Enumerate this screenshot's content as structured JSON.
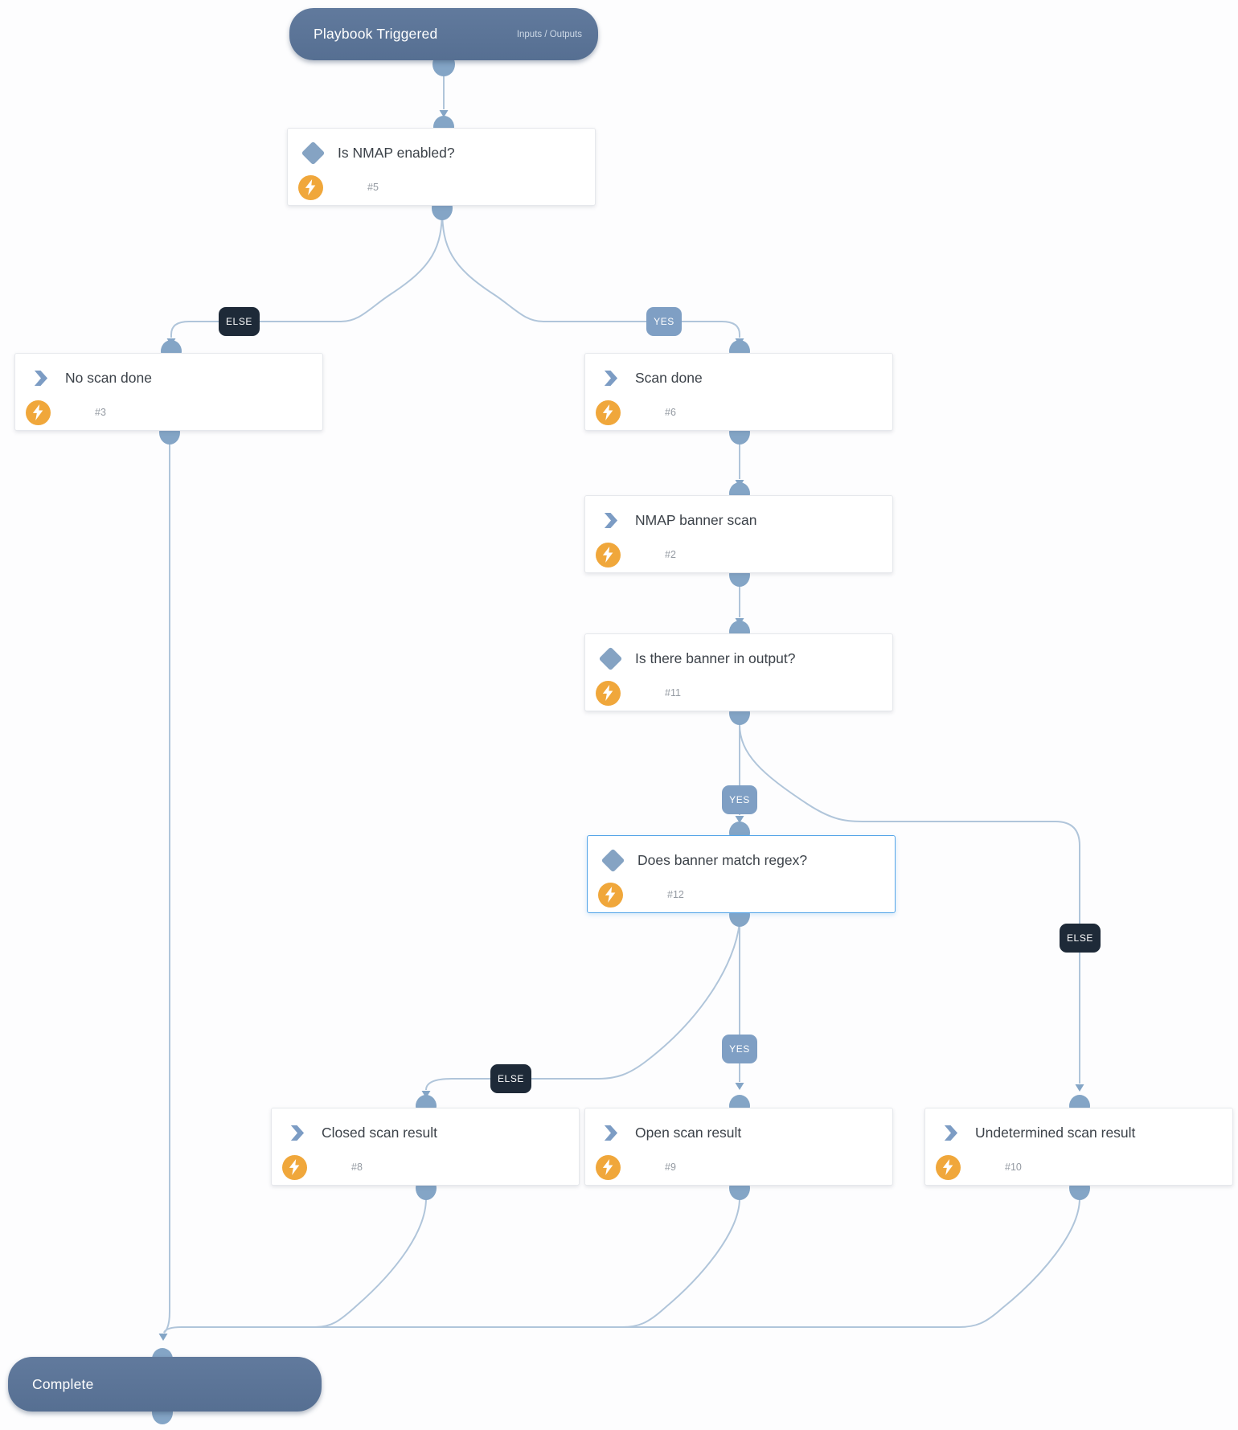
{
  "theme": {
    "line": "#b0c5da",
    "node": "#84a5c6",
    "terminal_bg1": "#617a9d",
    "terminal_bg2": "#566f92",
    "yes_bg": "#7f9fc4",
    "else_bg": "#1e2a38",
    "cond_icon": "#85a3c3",
    "task_icon": "#7c9cc4",
    "bolt_bg": "#f0a73b",
    "selected": "#55a5e8",
    "title_color": "#3c4249",
    "id_color": "#949aa2"
  },
  "start": {
    "title": "Playbook Triggered",
    "io_link": "Inputs / Outputs"
  },
  "end": {
    "title": "Complete"
  },
  "labels": {
    "yes": "YES",
    "else": "ELSE"
  },
  "icons": {
    "condition": "diamond-icon",
    "task": "chevron-icon",
    "automation": "lightning-icon"
  },
  "tasks": [
    {
      "id": "#5",
      "title": "Is NMAP enabled?",
      "type": "condition",
      "selected": false
    },
    {
      "id": "#3",
      "title": "No scan done",
      "type": "task",
      "selected": false
    },
    {
      "id": "#6",
      "title": "Scan done",
      "type": "task",
      "selected": false
    },
    {
      "id": "#2",
      "title": "NMAP banner scan",
      "type": "task",
      "selected": false
    },
    {
      "id": "#11",
      "title": "Is there banner in output?",
      "type": "condition",
      "selected": false
    },
    {
      "id": "#12",
      "title": "Does banner match regex?",
      "type": "condition",
      "selected": true
    },
    {
      "id": "#8",
      "title": "Closed scan result",
      "type": "task",
      "selected": false
    },
    {
      "id": "#9",
      "title": "Open scan result",
      "type": "task",
      "selected": false
    },
    {
      "id": "#10",
      "title": "Undetermined scan result",
      "type": "task",
      "selected": false
    }
  ]
}
